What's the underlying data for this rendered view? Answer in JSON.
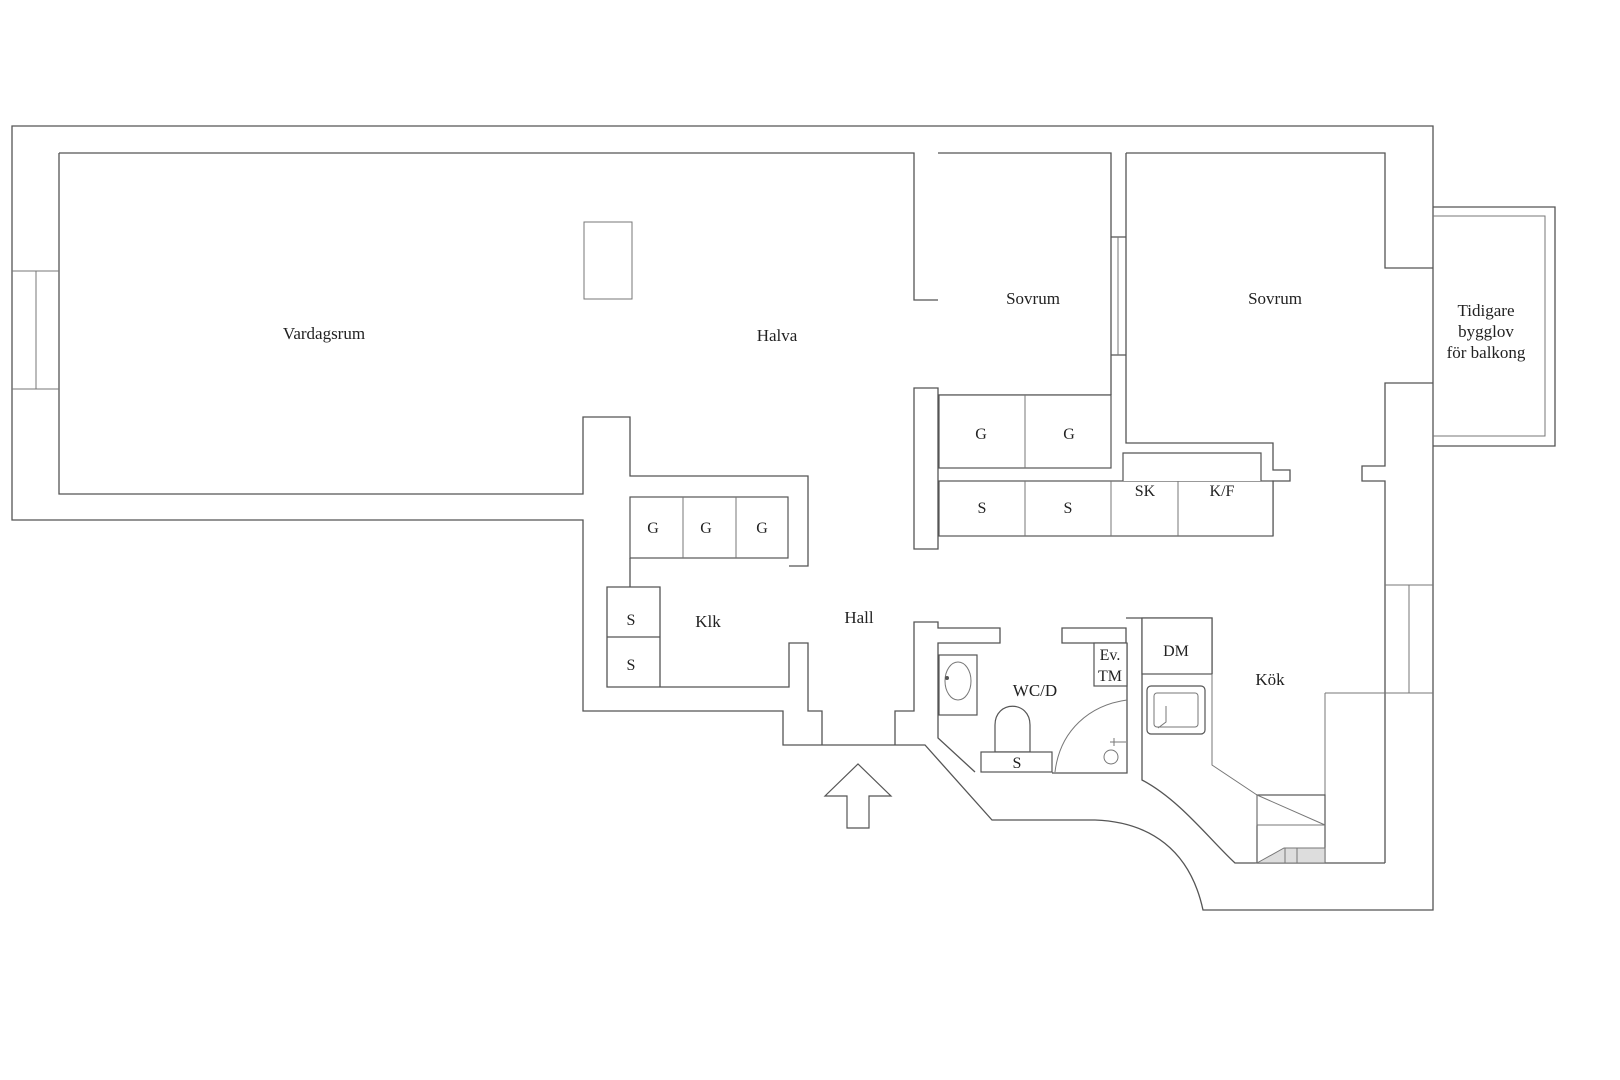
{
  "rooms": {
    "vardagsrum": "Vardagsrum",
    "halva": "Halva",
    "sovrum1": "Sovrum",
    "sovrum2": "Sovrum",
    "balkong_line1": "Tidigare",
    "balkong_line2": "bygglov",
    "balkong_line3": "för balkong",
    "klk": "Klk",
    "hall": "Hall",
    "wcd": "WC/D",
    "kok": "Kök"
  },
  "fixtures": {
    "g1": "G",
    "g2": "G",
    "s1": "S",
    "s2": "S",
    "sk": "SK",
    "kf": "K/F",
    "g3": "G",
    "g4": "G",
    "g5": "G",
    "s3": "S",
    "s4": "S",
    "s5": "S",
    "ev": "Ev.",
    "tm": "TM",
    "dm": "DM"
  }
}
